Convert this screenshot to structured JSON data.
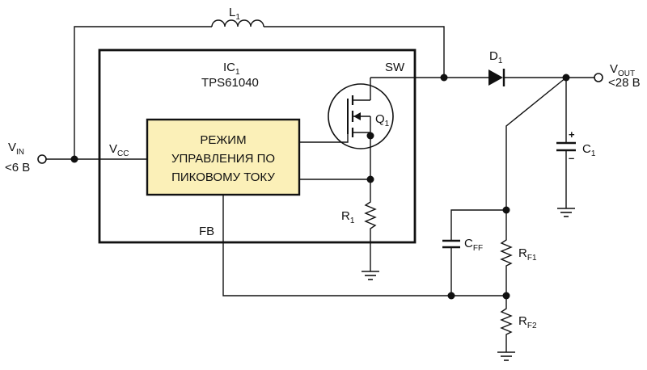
{
  "ic": {
    "name": "IC",
    "sub": "1",
    "part": "TPS61040"
  },
  "block": {
    "lines": [
      "РЕЖИМ",
      "УПРАВЛЕНИЯ ПО",
      "ПИКОВОМУ ТОКУ"
    ],
    "fill": "#fbf0b8"
  },
  "labels": {
    "l1": {
      "main": "L",
      "sub": "1"
    },
    "d1": {
      "main": "D",
      "sub": "1"
    },
    "q1": {
      "main": "Q",
      "sub": "1"
    },
    "r1": {
      "main": "R",
      "sub": "1"
    },
    "c1": {
      "main": "C",
      "sub": "1"
    },
    "cff": {
      "main": "C",
      "sub": "FF"
    },
    "rf1": {
      "main": "R",
      "sub": "F1"
    },
    "rf2": {
      "main": "R",
      "sub": "F2"
    },
    "sw": "SW",
    "fb": "FB",
    "vcc": {
      "main": "V",
      "sub": "CC"
    },
    "vin": {
      "main": "V",
      "sub": "IN",
      "value": "<6 В"
    },
    "vout": {
      "main": "V",
      "sub": "OUT",
      "value": "<28 В"
    },
    "plus": "+",
    "minus": "–"
  }
}
